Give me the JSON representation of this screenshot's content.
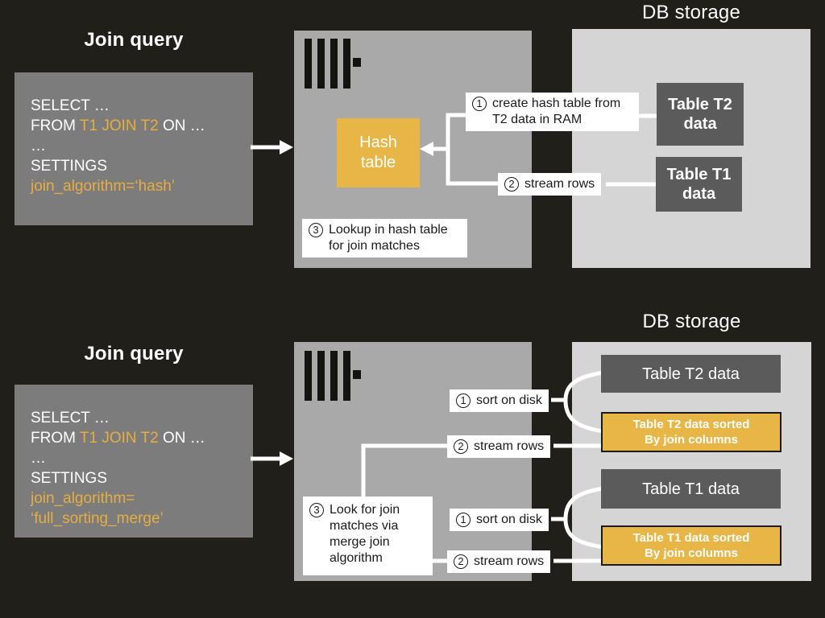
{
  "colors": {
    "background": "#211F1A",
    "accent_yellow": "#E8B547",
    "query_box_gray": "#7C7C7C",
    "server_box_gray": "#A9A9A9",
    "db_box_gray": "#D5D5D5",
    "dark_table_gray": "#5B5B5B",
    "wire_white": "#FFFFFF",
    "label_text": "#1A1A1A"
  },
  "icons": {
    "server_logo": "clickhouse-logo"
  },
  "hash_join": {
    "join_query_title": "Join query",
    "db_storage_title": "DB storage",
    "query": {
      "l1": "SELECT …",
      "l2a": "FROM ",
      "l2b": "T1 JOIN T2",
      "l2c": " ON …",
      "l3": "…",
      "l4": "SETTINGS",
      "l5": "join_algorithm=‘hash’"
    },
    "hash_table_label": "Hash table",
    "steps": [
      {
        "num": "1",
        "text": "create hash table from T2 data in RAM"
      },
      {
        "num": "2",
        "text": "stream rows"
      },
      {
        "num": "3",
        "text": "Lookup in hash table for join matches"
      }
    ],
    "tables": [
      {
        "label": "Table T2 data"
      },
      {
        "label": "Table T1 data"
      }
    ]
  },
  "merge_join": {
    "join_query_title": "Join query",
    "db_storage_title": "DB storage",
    "query": {
      "l1": "SELECT …",
      "l2a": "FROM ",
      "l2b": "T1 JOIN T2",
      "l2c": " ON …",
      "l3": "…",
      "l4": "SETTINGS",
      "l5": "join_algorithm=",
      "l6": "‘full_sorting_merge’"
    },
    "steps": [
      {
        "num": "1",
        "text": "sort on disk"
      },
      {
        "num": "2",
        "text": "stream rows"
      },
      {
        "num": "3",
        "text": "Look for join matches via merge join algorithm"
      },
      {
        "num": "1",
        "text": "sort on disk"
      },
      {
        "num": "2",
        "text": "stream rows"
      }
    ],
    "tables": [
      {
        "label": "Table T2 data"
      },
      {
        "line1": "Table T2 data sorted",
        "line2": "By join columns"
      },
      {
        "label": "Table T1 data"
      },
      {
        "line1": "Table T1 data sorted",
        "line2": "By join columns"
      }
    ]
  }
}
